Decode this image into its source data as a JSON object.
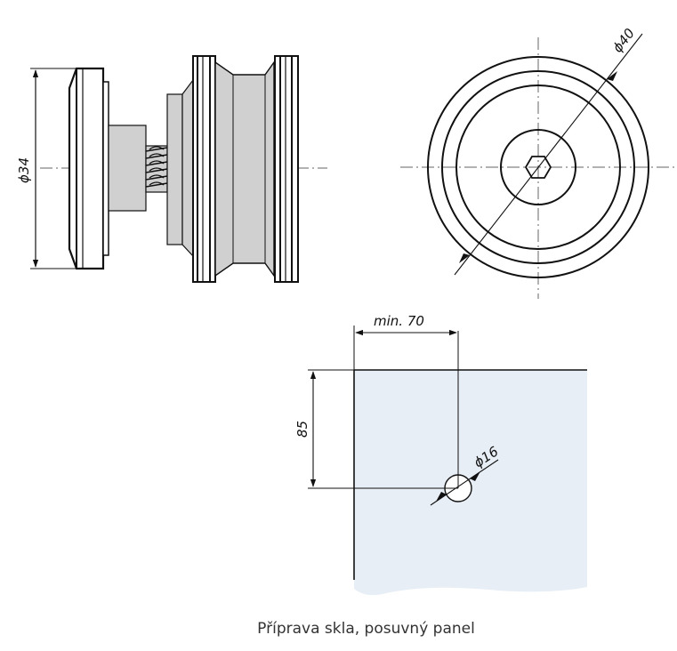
{
  "diagram": {
    "side_view": {
      "diameter_label": "ϕ34"
    },
    "front_view": {
      "diameter_label": "ϕ40"
    },
    "glass_prep": {
      "edge_distance_label": "min. 70",
      "height_label": "85",
      "hole_label": "ϕ16"
    },
    "caption": "Příprava skla, posuvný panel",
    "colors": {
      "line": "#111111",
      "part_fill": "#d0d0d0",
      "glass_fill": "#e8eef6",
      "centerline": "#666666"
    }
  }
}
